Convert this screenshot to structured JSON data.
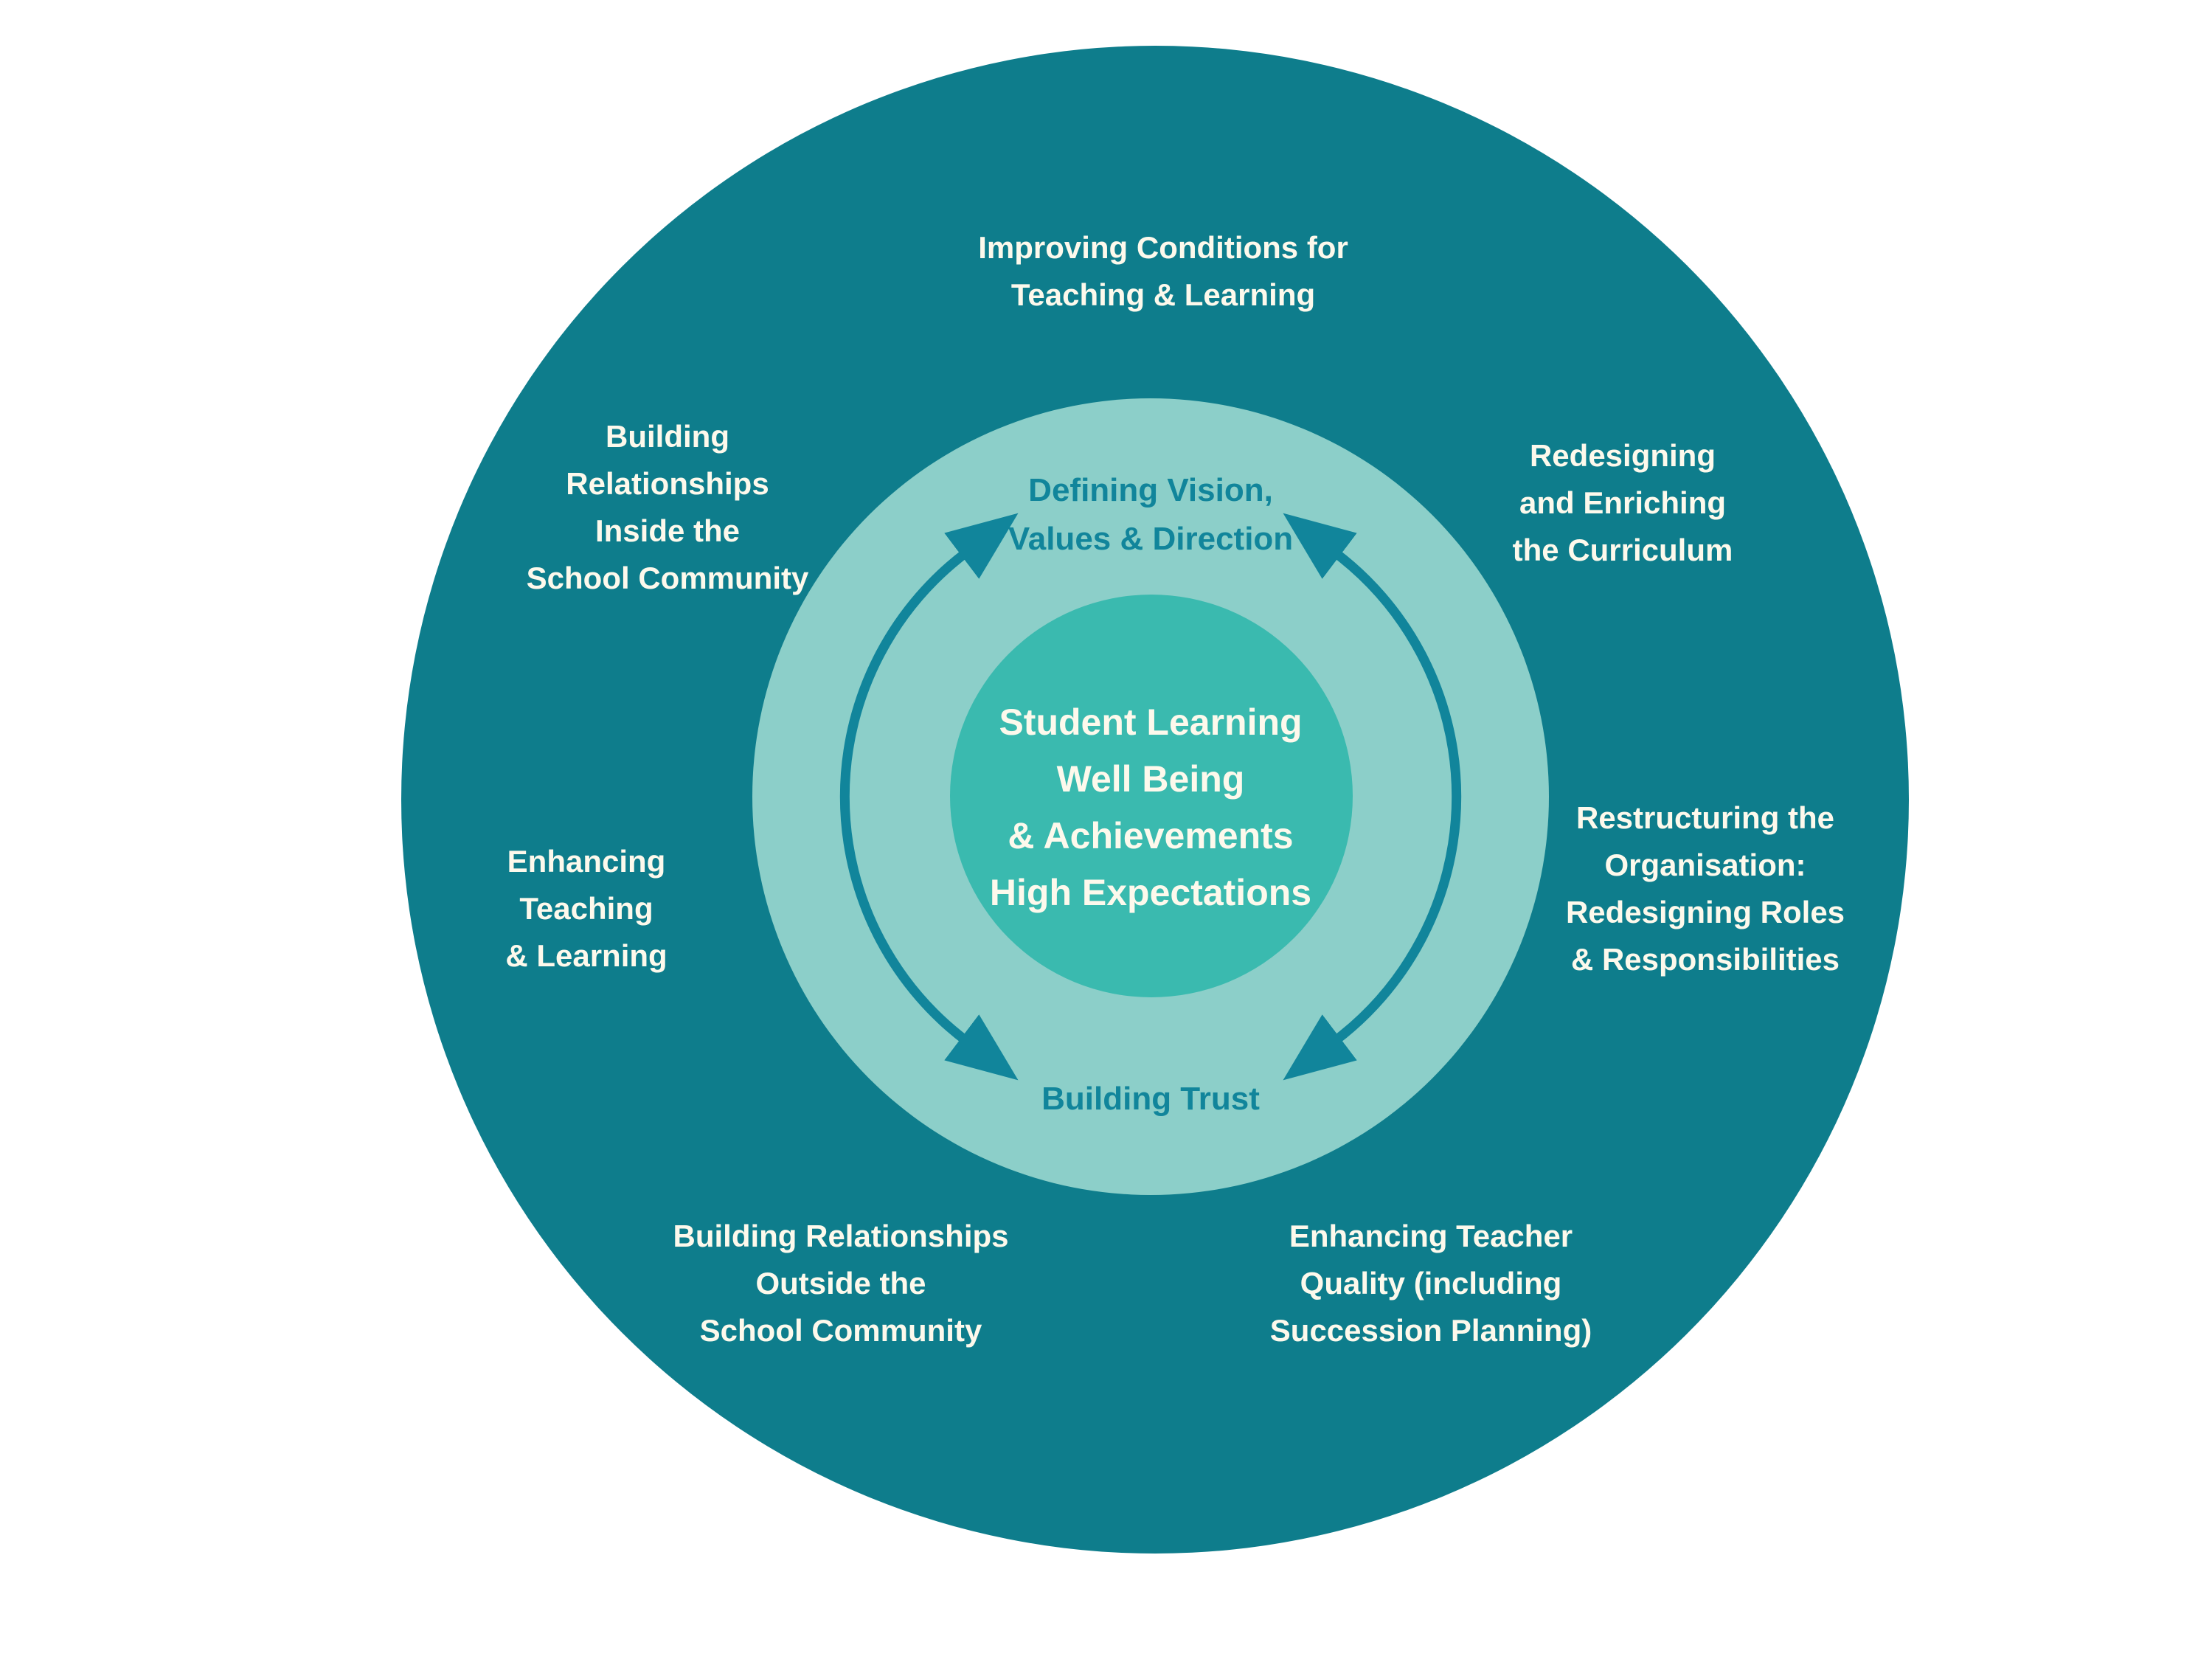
{
  "colors": {
    "background": "#ffffff",
    "outer_circle": "#0E7D8C",
    "middle_ring": "#8CCFC9",
    "inner_circle": "#3ABAAF",
    "dark_text": "#11859B",
    "light_text": "#FDF9EC"
  },
  "outer_labels": [
    {
      "id": "improving-conditions",
      "lines": [
        "Improving Conditions for",
        "Teaching & Learning"
      ]
    },
    {
      "id": "building-relationships-inside",
      "lines": [
        "Building",
        "Relationships",
        "Inside the",
        "School Community"
      ]
    },
    {
      "id": "redesigning-curriculum",
      "lines": [
        "Redesigning",
        "and Enriching",
        "the Curriculum"
      ]
    },
    {
      "id": "enhancing-teaching-learning",
      "lines": [
        "Enhancing",
        "Teaching",
        "& Learning"
      ]
    },
    {
      "id": "restructuring-organisation",
      "lines": [
        "Restructuring the",
        "Organisation:",
        "Redesigning Roles",
        "& Responsibilities"
      ]
    },
    {
      "id": "building-relationships-outside",
      "lines": [
        "Building Relationships",
        "Outside the",
        "School Community"
      ]
    },
    {
      "id": "enhancing-teacher-quality",
      "lines": [
        "Enhancing Teacher",
        "Quality (including",
        "Succession Planning)"
      ]
    }
  ],
  "ring_labels": {
    "top": {
      "lines": [
        "Defining Vision,",
        "Values & Direction"
      ]
    },
    "bottom": {
      "lines": [
        "Building Trust"
      ]
    }
  },
  "center_label": {
    "lines": [
      "Student Learning",
      "Well Being",
      "& Achievements",
      "High Expectations"
    ]
  }
}
